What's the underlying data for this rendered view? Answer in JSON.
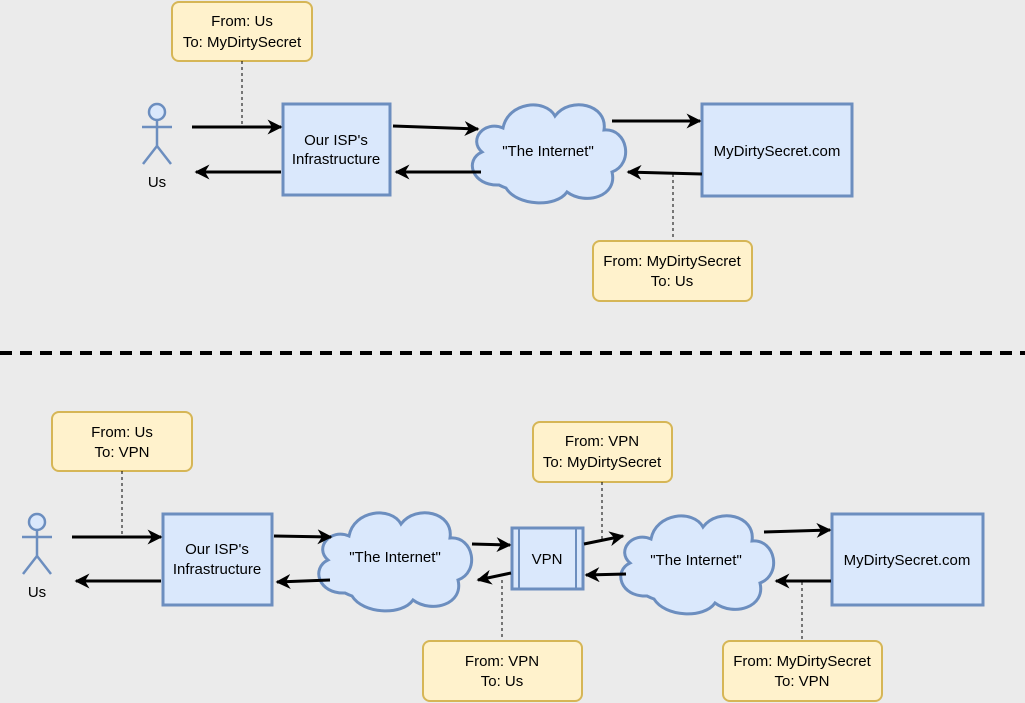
{
  "top": {
    "actor_label": "Us",
    "isp_label": [
      "Our ISP's",
      "Infrastructure"
    ],
    "internet_label": "\"The Internet\"",
    "dest_label": "MyDirtySecret.com",
    "note_out": [
      "From: Us",
      "To: MyDirtySecret"
    ],
    "note_back": [
      "From: MyDirtySecret",
      "To: Us"
    ]
  },
  "bottom": {
    "actor_label": "Us",
    "isp_label": [
      "Our ISP's",
      "Infrastructure"
    ],
    "internet1_label": "\"The Internet\"",
    "vpn_label": "VPN",
    "internet2_label": "\"The Internet\"",
    "dest_label": "MyDirtySecret.com",
    "note_us_vpn": [
      "From: Us",
      "To: VPN"
    ],
    "note_vpn_dest": [
      "From: VPN",
      "To: MyDirtySecret"
    ],
    "note_vpn_us": [
      "From: VPN",
      "To: Us"
    ],
    "note_dest_vpn": [
      "From: MyDirtySecret",
      "To: VPN"
    ]
  },
  "colors": {
    "box_fill": "#dae8fc",
    "box_stroke": "#6c8ebf",
    "note_fill": "#fff2cc",
    "note_stroke": "#d6b656",
    "background": "#ebebeb"
  }
}
